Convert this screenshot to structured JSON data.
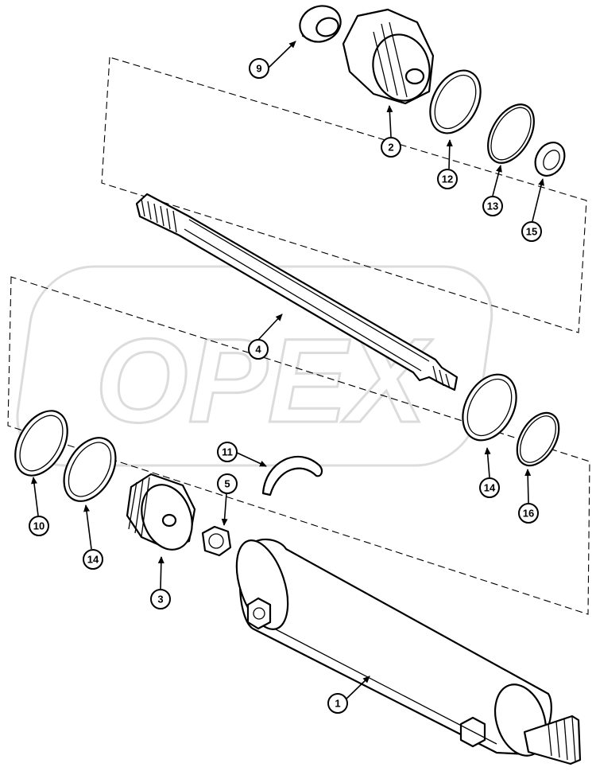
{
  "watermark": {
    "text": "OPEX",
    "color": "#dcdcdc"
  },
  "callouts": [
    {
      "id": "c9",
      "label": "9"
    },
    {
      "id": "c2",
      "label": "2"
    },
    {
      "id": "c12",
      "label": "12"
    },
    {
      "id": "c13",
      "label": "13"
    },
    {
      "id": "c15",
      "label": "15"
    },
    {
      "id": "c4",
      "label": "4"
    },
    {
      "id": "c11",
      "label": "11"
    },
    {
      "id": "c5",
      "label": "5"
    },
    {
      "id": "c10",
      "label": "10"
    },
    {
      "id": "c14a",
      "label": "14"
    },
    {
      "id": "c3",
      "label": "3"
    },
    {
      "id": "c14b",
      "label": "14"
    },
    {
      "id": "c16",
      "label": "16"
    },
    {
      "id": "c1",
      "label": "1"
    }
  ]
}
